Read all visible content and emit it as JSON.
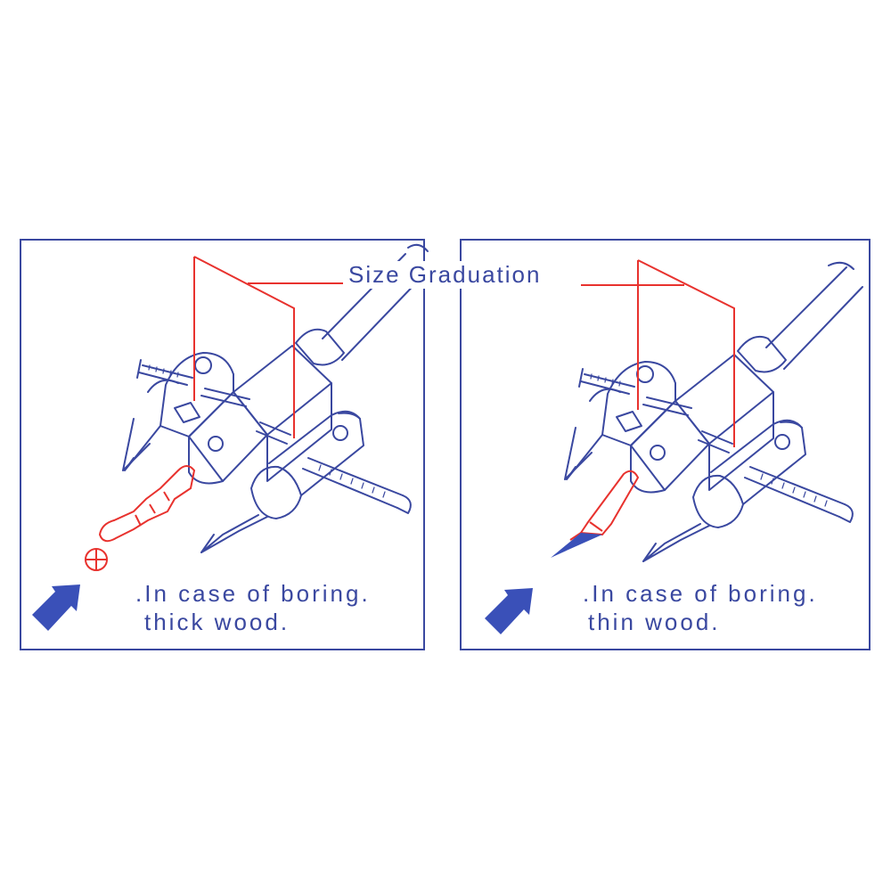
{
  "size_label": "Size Graduation",
  "panels": [
    {
      "caption_line1": ".In case of boring.",
      "caption_line2": "thick wood."
    },
    {
      "caption_line1": ".In case of boring.",
      "caption_line2": "thin wood."
    }
  ],
  "colors": {
    "line": "#3a48a0",
    "accent": "#e8322e",
    "arrow": "#3a50b8"
  }
}
